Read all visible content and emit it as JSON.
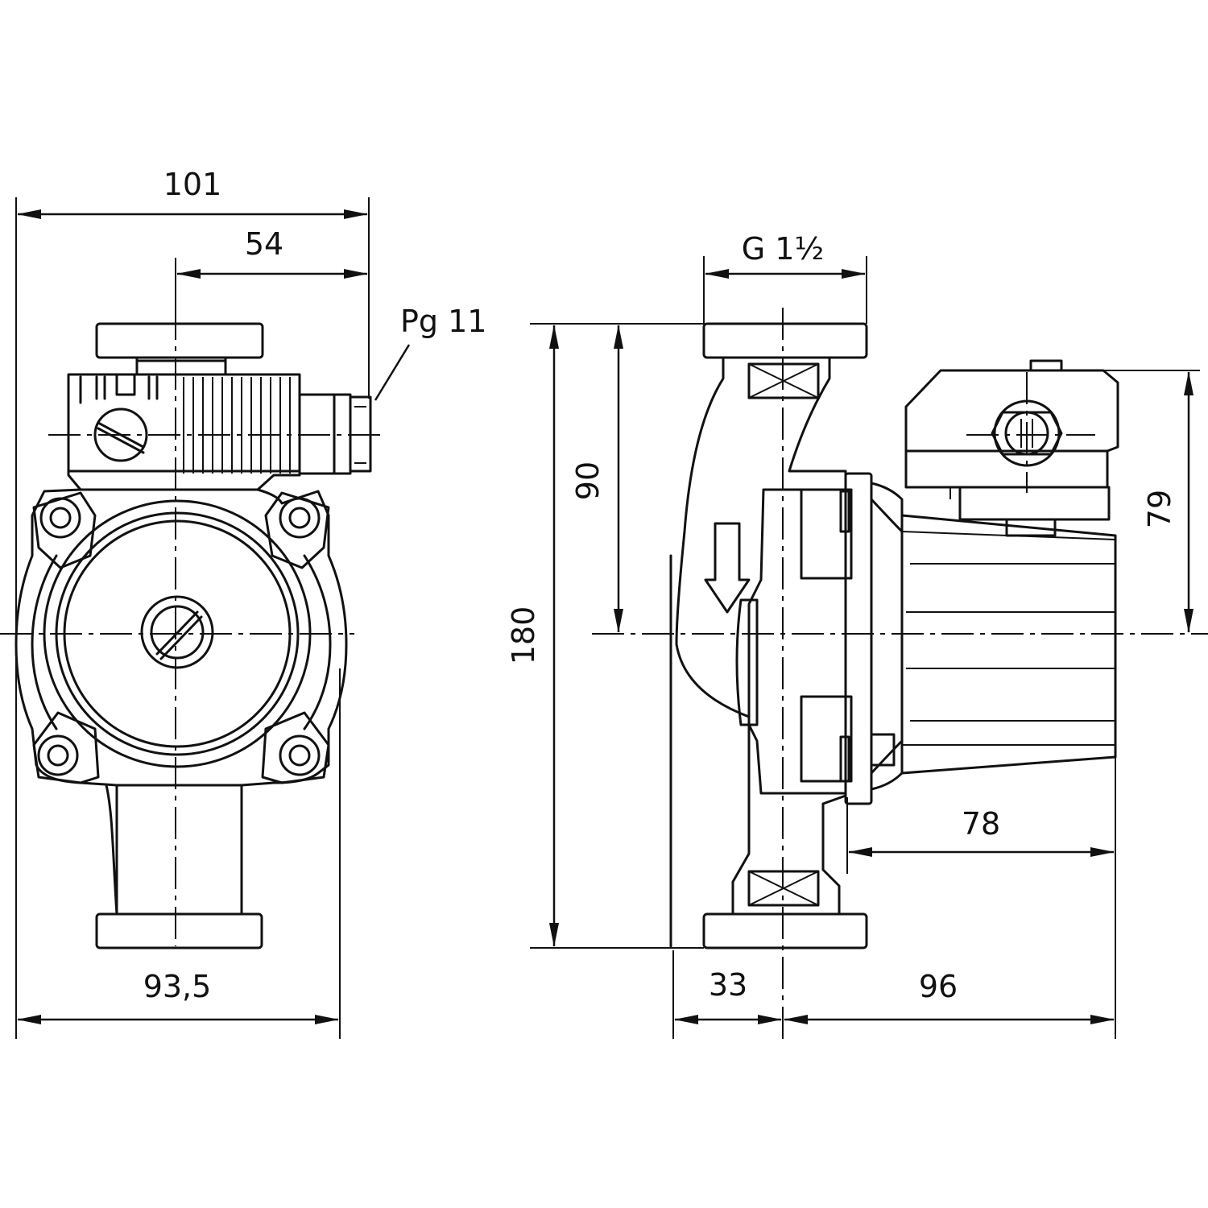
{
  "dimensions": {
    "front_total_width": "101",
    "front_offset_width": "54",
    "cable_gland": "Pg 11",
    "front_base_width": "93,5",
    "connection_thread": "G 1½",
    "total_height": "180",
    "half_height": "90",
    "motor_height": "79",
    "motor_length": "78",
    "port_to_axis": "33",
    "axis_to_rear": "96"
  },
  "colors": {
    "line": "#111111",
    "background": "#ffffff"
  },
  "icons": {
    "flow_direction": "flow-arrow-down-icon"
  }
}
